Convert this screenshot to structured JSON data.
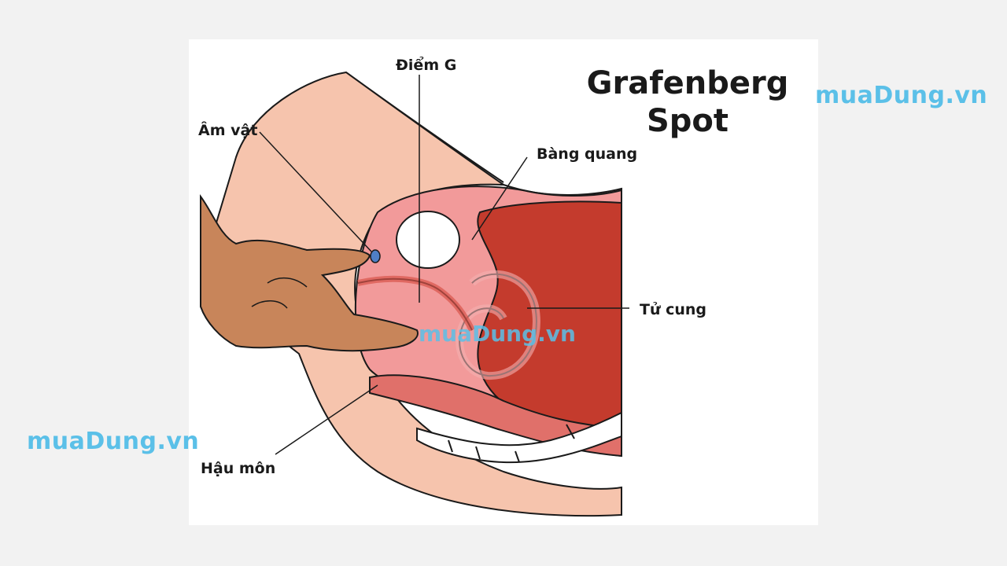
{
  "title": {
    "line1": "Grafenberg",
    "line2": "Spot"
  },
  "labels": {
    "g_spot": "Điểm G",
    "clitoris": "Âm vật",
    "bladder": "Bàng quang",
    "uterus": "Tử cung",
    "anus": "Hậu môn"
  },
  "watermarks": {
    "top_right": "muaDung.vn",
    "bottom_left": "muaDung.vn",
    "center": "muaDung.vn"
  },
  "colors": {
    "skin": "#f6c4ad",
    "hand": "#c8855a",
    "tissue_pink": "#f08f8f",
    "tissue_dark": "#c43b2d",
    "clitoris": "#4f7fc6",
    "watermark": "#5bc0e8"
  }
}
